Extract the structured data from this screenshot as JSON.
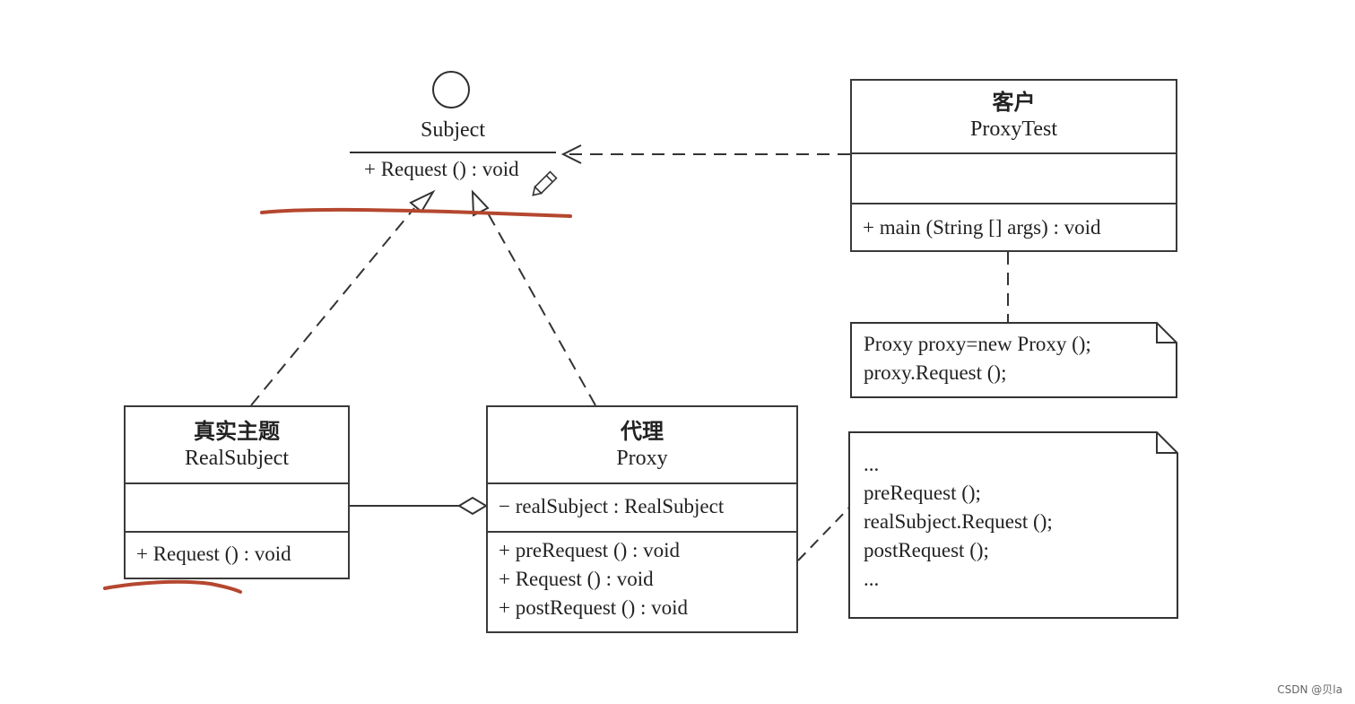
{
  "interface": {
    "name": "Subject",
    "operation": "+ Request () : void"
  },
  "client": {
    "title_cn": "客户",
    "title_en": "ProxyTest",
    "operation": "+ main (String [] args) : void"
  },
  "client_note": {
    "line1": "Proxy proxy=new Proxy ();",
    "line2": "proxy.Request ();"
  },
  "real_subject": {
    "title_cn": "真实主题",
    "title_en": "RealSubject",
    "operation": "+ Request () : void"
  },
  "proxy": {
    "title_cn": "代理",
    "title_en": "Proxy",
    "attribute": "− realSubject : RealSubject",
    "operations": [
      "+ preRequest () : void",
      "+ Request () : void",
      "+ postRequest () : void"
    ]
  },
  "proxy_note": {
    "lines": [
      "...",
      "preRequest ();",
      "realSubject.Request ();",
      "postRequest ();",
      "..."
    ]
  },
  "annotation_color": "#b5472f",
  "watermark": "CSDN @贝la"
}
